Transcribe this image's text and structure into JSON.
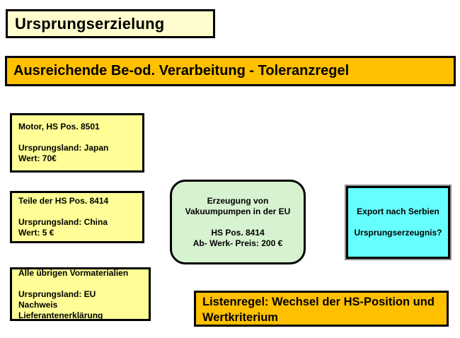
{
  "title_box": {
    "text": "Ursprungserzielung"
  },
  "header_bar": {
    "text": "Ausreichende Be-od. Verarbeitung - Toleranzregel"
  },
  "materials": [
    {
      "title": "Motor, HS Pos. 8501",
      "line1": "Ursprungsland: Japan",
      "line2": "Wert: 70€"
    },
    {
      "title": "Teile der HS Pos. 8414",
      "line1": "Ursprungsland: China",
      "line2": "Wert: 5 €"
    },
    {
      "title": "Alle übrigen Vormaterialien",
      "line1": "Ursprungsland: EU",
      "line2": "Nachweis Lieferantenerklärung"
    }
  ],
  "process_box": {
    "line1": "Erzeugung von",
    "line2": "Vakuumpumpen in der EU",
    "line3": "HS Pos. 8414",
    "line4": "Ab- Werk- Preis: 200 €"
  },
  "export_box": {
    "line1": "Export nach Serbien",
    "line2": "Ursprungserzeugnis?"
  },
  "rule_box": {
    "line1": "Listenregel: Wechsel der HS-Position und",
    "line2": "Wertkriterium"
  },
  "colors": {
    "pale_yellow": "#FFFDCE",
    "note_yellow": "#FEFD96",
    "accent_orange": "#FFC000",
    "process_green": "#D7F2D0",
    "export_cyan": "#66FFFF",
    "border_black": "#000000"
  }
}
